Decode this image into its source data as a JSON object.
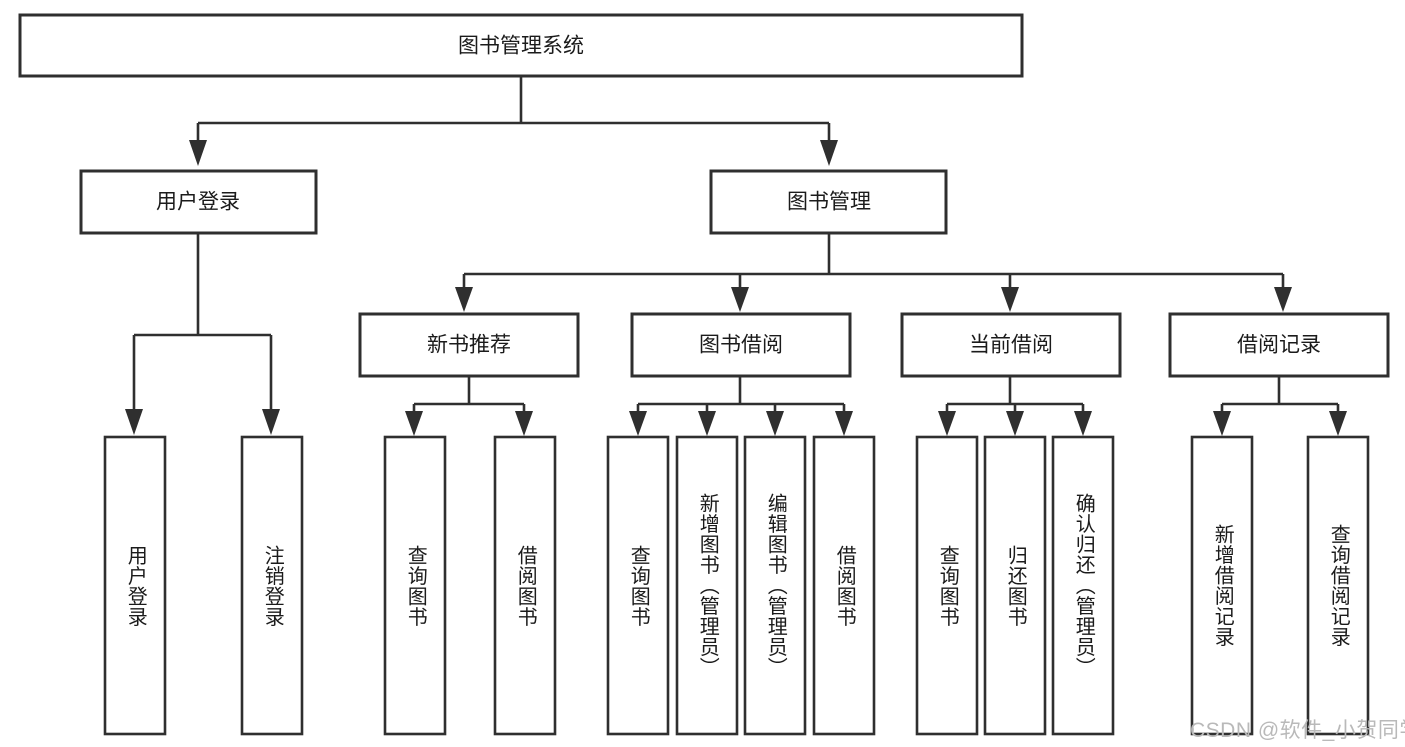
{
  "diagram": {
    "type": "tree-hierarchy-diagram",
    "title": "图书管理系统",
    "orientation": "top-down",
    "colors": {
      "box_stroke": "#2f2f2f",
      "box_fill": "#ffffff",
      "connector": "#2f2f2f",
      "text": "#1b1b1b",
      "watermark": "#b9b9b9",
      "background": "#ffffff"
    },
    "levels": {
      "root": {
        "label": "图书管理系统"
      },
      "level2": [
        {
          "id": "user-login",
          "label": "用户登录"
        },
        {
          "id": "book-management",
          "label": "图书管理"
        }
      ],
      "level3": [
        {
          "id": "new-book-recommend",
          "label": "新书推荐",
          "parent": "book-management"
        },
        {
          "id": "book-borrow",
          "label": "图书借阅",
          "parent": "book-management"
        },
        {
          "id": "current-borrow",
          "label": "当前借阅",
          "parent": "book-management"
        },
        {
          "id": "borrow-record",
          "label": "借阅记录",
          "parent": "book-management"
        }
      ],
      "leaves": [
        {
          "id": "leaf-user-login",
          "label": "用户登录",
          "parent": "user-login"
        },
        {
          "id": "leaf-user-logout",
          "label": "注销登录",
          "parent": "user-login"
        },
        {
          "id": "leaf-query-book-1",
          "label": "查询图书",
          "parent": "new-book-recommend"
        },
        {
          "id": "leaf-borrow-book-1",
          "label": "借阅图书",
          "parent": "new-book-recommend"
        },
        {
          "id": "leaf-query-book-2",
          "label": "查询图书",
          "parent": "book-borrow"
        },
        {
          "id": "leaf-add-book",
          "label": "新增图书（管理员）",
          "parent": "book-borrow"
        },
        {
          "id": "leaf-edit-book",
          "label": "编辑图书（管理员）",
          "parent": "book-borrow"
        },
        {
          "id": "leaf-borrow-book-2",
          "label": "借阅图书",
          "parent": "book-borrow"
        },
        {
          "id": "leaf-query-book-3",
          "label": "查询图书",
          "parent": "current-borrow"
        },
        {
          "id": "leaf-return-book",
          "label": "归还图书",
          "parent": "current-borrow"
        },
        {
          "id": "leaf-confirm-return",
          "label": "确认归还（管理员）",
          "parent": "current-borrow"
        },
        {
          "id": "leaf-add-record",
          "label": "新增借阅记录",
          "parent": "borrow-record"
        },
        {
          "id": "leaf-query-record",
          "label": "查询借阅记录",
          "parent": "borrow-record"
        }
      ]
    },
    "watermark": "CSDN @软件_小贺同学"
  }
}
